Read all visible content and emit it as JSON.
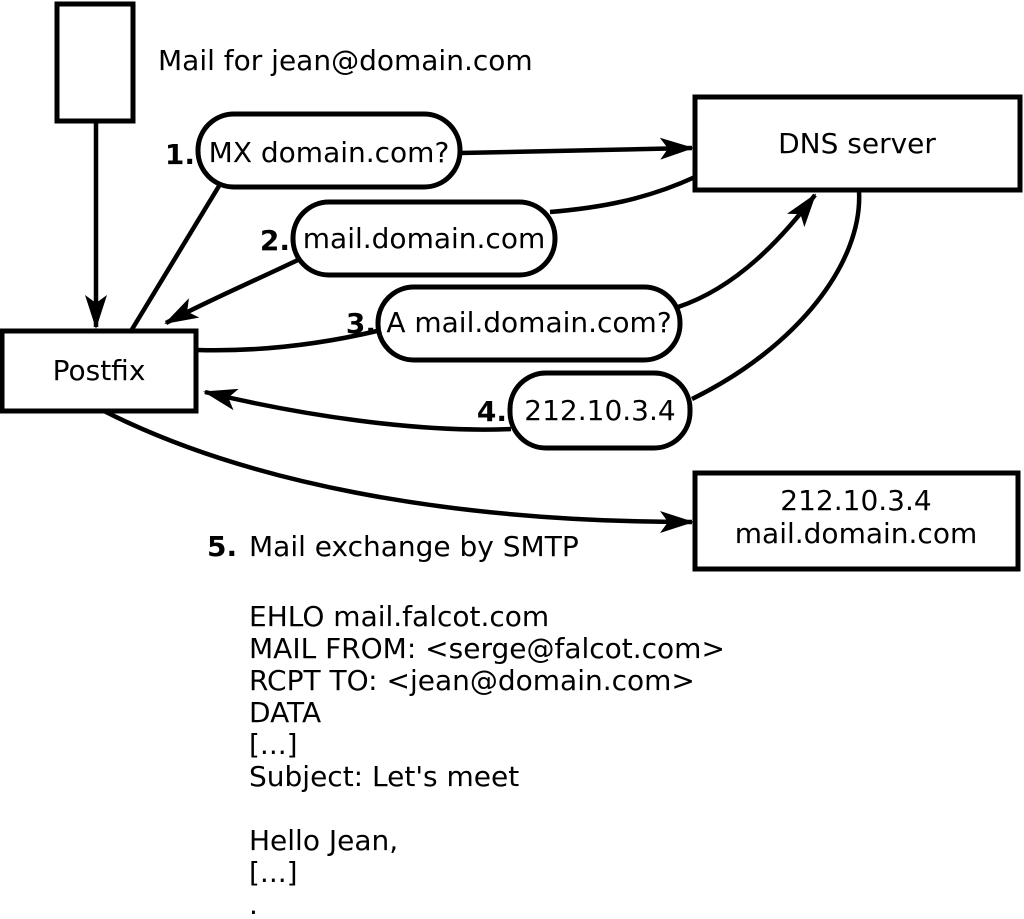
{
  "diagram": {
    "annotation": "Mail for jean@domain.com",
    "nodes": {
      "postfix": {
        "label": "Postfix"
      },
      "dns": {
        "label": "DNS server"
      },
      "mail_server": {
        "line1": "212.10.3.4",
        "line2": "mail.domain.com"
      }
    },
    "steps": [
      {
        "num": "1.",
        "label": "MX domain.com?"
      },
      {
        "num": "2.",
        "label": "mail.domain.com"
      },
      {
        "num": "3.",
        "label": "A mail.domain.com?"
      },
      {
        "num": "4.",
        "label": "212.10.3.4"
      },
      {
        "num": "5.",
        "label": "Mail exchange by SMTP"
      }
    ],
    "smtp_session": {
      "lines": [
        "EHLO mail.falcot.com",
        "MAIL FROM: <serge@falcot.com>",
        "RCPT TO: <jean@domain.com>",
        "DATA",
        "[...]",
        "Subject: Let's meet",
        "",
        "Hello Jean,",
        "[...]",
        "."
      ]
    },
    "colors": {
      "ink": "#000000",
      "background": "#ffffff"
    }
  }
}
